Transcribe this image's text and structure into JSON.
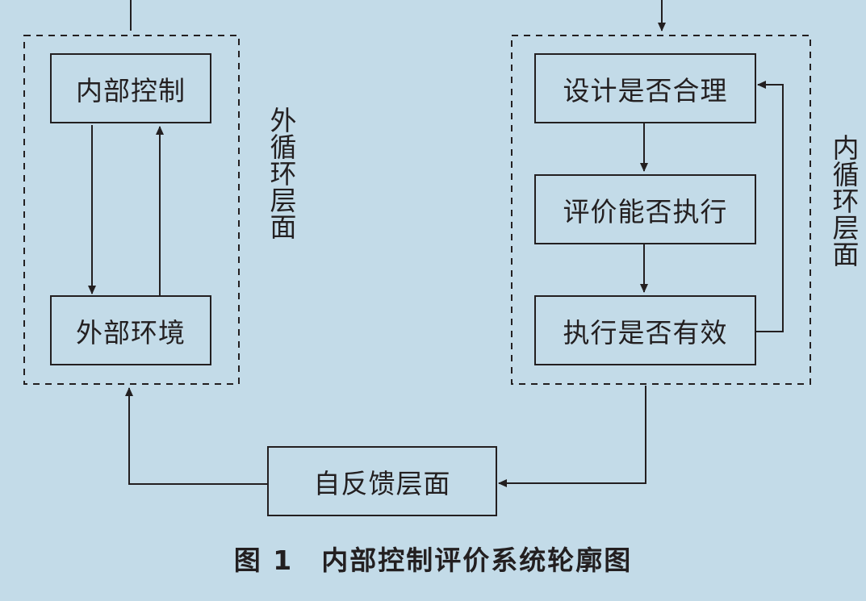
{
  "diagram": {
    "outer_group_label": "外循环层面",
    "inner_group_label": "内循环层面",
    "nodes": {
      "internal_control": "内部控制",
      "external_environment": "外部环境",
      "design_reasonable": "设计是否合理",
      "evaluate_executable": "评价能否执行",
      "execution_effective": "执行是否有效",
      "self_feedback": "自反馈层面"
    },
    "caption": "图 1　内部控制评价系统轮廓图"
  },
  "colors": {
    "background": "#c3dbe8",
    "line": "#231f20"
  }
}
